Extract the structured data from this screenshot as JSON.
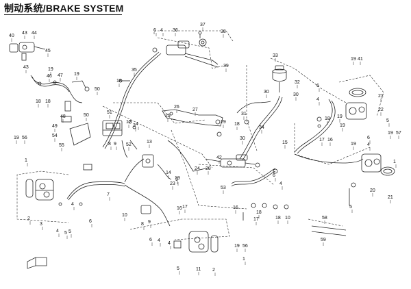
{
  "title": "制动系统/BRAKE SYSTEM",
  "callouts": [
    {
      "id": "c-40",
      "text": "40"
    },
    {
      "id": "c-43a",
      "text": "43"
    },
    {
      "id": "c-44",
      "text": "44"
    },
    {
      "id": "c-45",
      "text": "45"
    },
    {
      "id": "c-43b",
      "text": "43"
    },
    {
      "id": "c-19a",
      "text": "19"
    },
    {
      "id": "c-46",
      "text": "46"
    },
    {
      "id": "c-47",
      "text": "47"
    },
    {
      "id": "c-19b",
      "text": "19"
    },
    {
      "id": "c-50",
      "text": "50"
    },
    {
      "id": "c-18a",
      "text": "18"
    },
    {
      "id": "c-18b",
      "text": "18"
    },
    {
      "id": "c-48",
      "text": "48"
    },
    {
      "id": "c-50b",
      "text": "50"
    },
    {
      "id": "c-49",
      "text": "49"
    },
    {
      "id": "c-54",
      "text": "54"
    },
    {
      "id": "c-55",
      "text": "55"
    },
    {
      "id": "c-19c",
      "text": "19"
    },
    {
      "id": "c-56a",
      "text": "56"
    },
    {
      "id": "c-1a",
      "text": "1"
    },
    {
      "id": "c-6a",
      "text": "6"
    },
    {
      "id": "c-4a",
      "text": "4"
    },
    {
      "id": "c-36",
      "text": "36"
    },
    {
      "id": "c-37",
      "text": "37"
    },
    {
      "id": "c-38",
      "text": "38"
    },
    {
      "id": "c-39",
      "text": "39"
    },
    {
      "id": "c-35",
      "text": "35"
    },
    {
      "id": "c-18c",
      "text": "18"
    },
    {
      "id": "c-51",
      "text": "51"
    },
    {
      "id": "c-12",
      "text": "12"
    },
    {
      "id": "c-3a",
      "text": "3"
    },
    {
      "id": "c-4b",
      "text": "4"
    },
    {
      "id": "c-13",
      "text": "13"
    },
    {
      "id": "c-8a",
      "text": "8"
    },
    {
      "id": "c-9a",
      "text": "9"
    },
    {
      "id": "c-52",
      "text": "52"
    },
    {
      "id": "c-26",
      "text": "26"
    },
    {
      "id": "c-25",
      "text": "25"
    },
    {
      "id": "c-27",
      "text": "27"
    },
    {
      "id": "c-29",
      "text": "29"
    },
    {
      "id": "c-18d",
      "text": "18"
    },
    {
      "id": "c-31",
      "text": "31"
    },
    {
      "id": "c-34",
      "text": "34"
    },
    {
      "id": "c-33",
      "text": "33"
    },
    {
      "id": "c-30a",
      "text": "30"
    },
    {
      "id": "c-30b",
      "text": "30"
    },
    {
      "id": "c-32",
      "text": "32"
    },
    {
      "id": "c-19d",
      "text": "19"
    },
    {
      "id": "c-41",
      "text": "41"
    },
    {
      "id": "c-21a",
      "text": "21"
    },
    {
      "id": "c-22",
      "text": "22"
    },
    {
      "id": "c-6b",
      "text": "6"
    },
    {
      "id": "c-4c",
      "text": "4"
    },
    {
      "id": "c-5a",
      "text": "5"
    },
    {
      "id": "c-19e",
      "text": "19"
    },
    {
      "id": "c-18e",
      "text": "18"
    },
    {
      "id": "c-19f",
      "text": "19"
    },
    {
      "id": "c-15",
      "text": "15"
    },
    {
      "id": "c-17a",
      "text": "17"
    },
    {
      "id": "c-16a",
      "text": "16"
    },
    {
      "id": "c-19g",
      "text": "19"
    },
    {
      "id": "c-6c",
      "text": "6"
    },
    {
      "id": "c-4d",
      "text": "4"
    },
    {
      "id": "c-19h",
      "text": "19"
    },
    {
      "id": "c-57",
      "text": "57"
    },
    {
      "id": "c-1b",
      "text": "1"
    },
    {
      "id": "c-20",
      "text": "20"
    },
    {
      "id": "c-21b",
      "text": "21"
    },
    {
      "id": "c-5b",
      "text": "5"
    },
    {
      "id": "c-30c",
      "text": "30"
    },
    {
      "id": "c-42",
      "text": "42"
    },
    {
      "id": "c-24",
      "text": "24"
    },
    {
      "id": "c-28",
      "text": "28"
    },
    {
      "id": "c-53",
      "text": "53"
    },
    {
      "id": "c-6d",
      "text": "6"
    },
    {
      "id": "c-4e",
      "text": "4"
    },
    {
      "id": "c-18f",
      "text": "18"
    },
    {
      "id": "c-16b",
      "text": "16"
    },
    {
      "id": "c-17b",
      "text": "17"
    },
    {
      "id": "c-18g",
      "text": "18"
    },
    {
      "id": "c-10a",
      "text": "10"
    },
    {
      "id": "c-58",
      "text": "58"
    },
    {
      "id": "c-59",
      "text": "59"
    },
    {
      "id": "c-14",
      "text": "14"
    },
    {
      "id": "c-23",
      "text": "23"
    },
    {
      "id": "c-19i",
      "text": "19"
    },
    {
      "id": "c-16c",
      "text": "16"
    },
    {
      "id": "c-17c",
      "text": "17"
    },
    {
      "id": "c-10b",
      "text": "10"
    },
    {
      "id": "c-8b",
      "text": "8"
    },
    {
      "id": "c-9b",
      "text": "9"
    },
    {
      "id": "c-6e",
      "text": "6"
    },
    {
      "id": "c-4f",
      "text": "4"
    },
    {
      "id": "c-4g",
      "text": "4"
    },
    {
      "id": "c-7",
      "text": "7"
    },
    {
      "id": "c-4h",
      "text": "4"
    },
    {
      "id": "c-5c",
      "text": "5"
    },
    {
      "id": "c-2a",
      "text": "2"
    },
    {
      "id": "c-3b",
      "text": "3"
    },
    {
      "id": "c-4i",
      "text": "4"
    },
    {
      "id": "c-6f",
      "text": "6"
    },
    {
      "id": "c-5d",
      "text": "5"
    },
    {
      "id": "c-11",
      "text": "11"
    },
    {
      "id": "c-2b",
      "text": "2"
    },
    {
      "id": "c-19j",
      "text": "19"
    },
    {
      "id": "c-56b",
      "text": "56"
    },
    {
      "id": "c-1c",
      "text": "1"
    },
    {
      "id": "c-9c",
      "text": "9"
    },
    {
      "id": "c-5e",
      "text": "5"
    }
  ]
}
